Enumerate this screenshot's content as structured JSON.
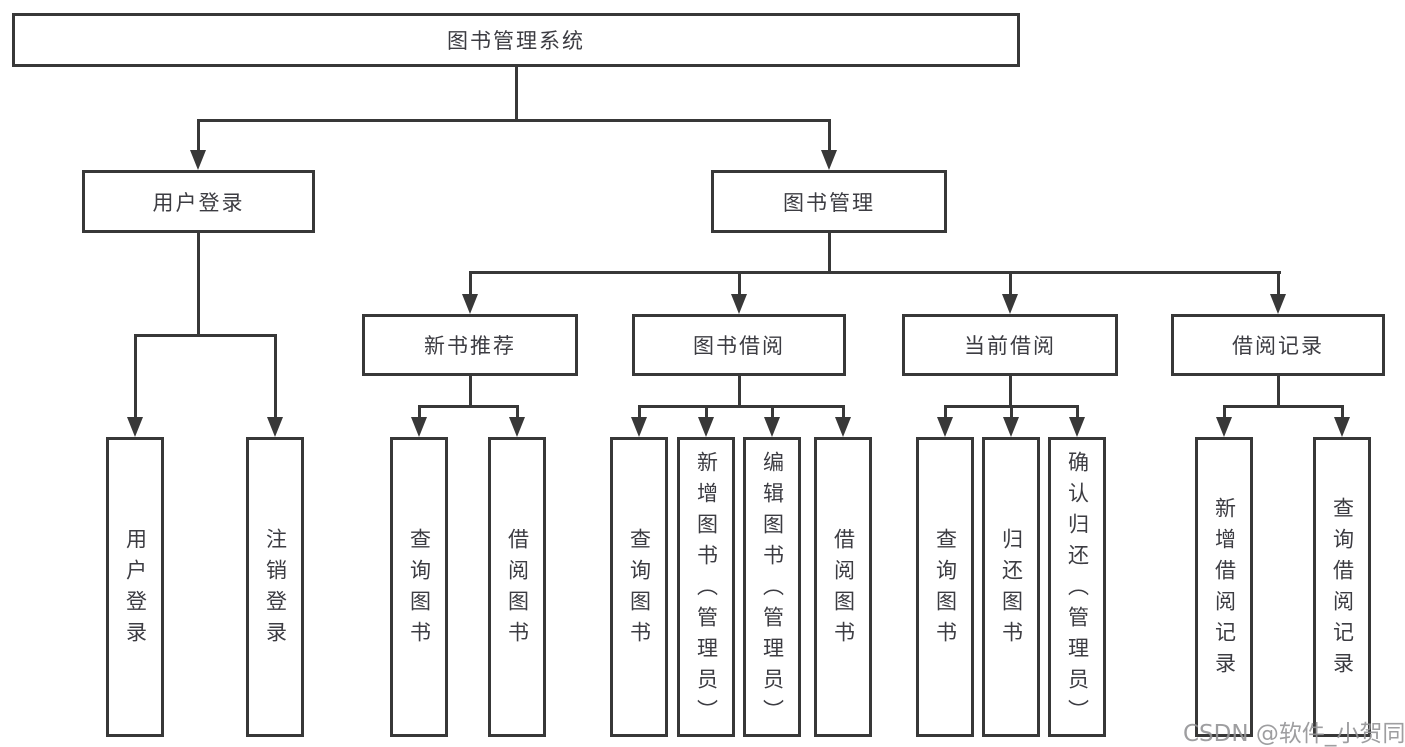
{
  "tree": {
    "root": "图书管理系统",
    "children": [
      {
        "label": "用户登录",
        "children": [
          "用户登录",
          "注销登录"
        ]
      },
      {
        "label": "图书管理",
        "children": [
          {
            "label": "新书推荐",
            "children": [
              "查询图书",
              "借阅图书"
            ]
          },
          {
            "label": "图书借阅",
            "children": [
              "查询图书",
              "新增图书（管理员）",
              "编辑图书（管理员）",
              "借阅图书"
            ]
          },
          {
            "label": "当前借阅",
            "children": [
              "查询图书",
              "归还图书",
              "确认归还（管理员）"
            ]
          },
          {
            "label": "借阅记录",
            "children": [
              "新增借阅记录",
              "查询借阅记录"
            ]
          }
        ]
      }
    ]
  },
  "watermark": {
    "text": "CSDN @软件_小贺同学"
  },
  "colors": {
    "line": "#383838",
    "box_background": "#ffffff",
    "text": "#3c3c42",
    "watermark": "#949496"
  }
}
